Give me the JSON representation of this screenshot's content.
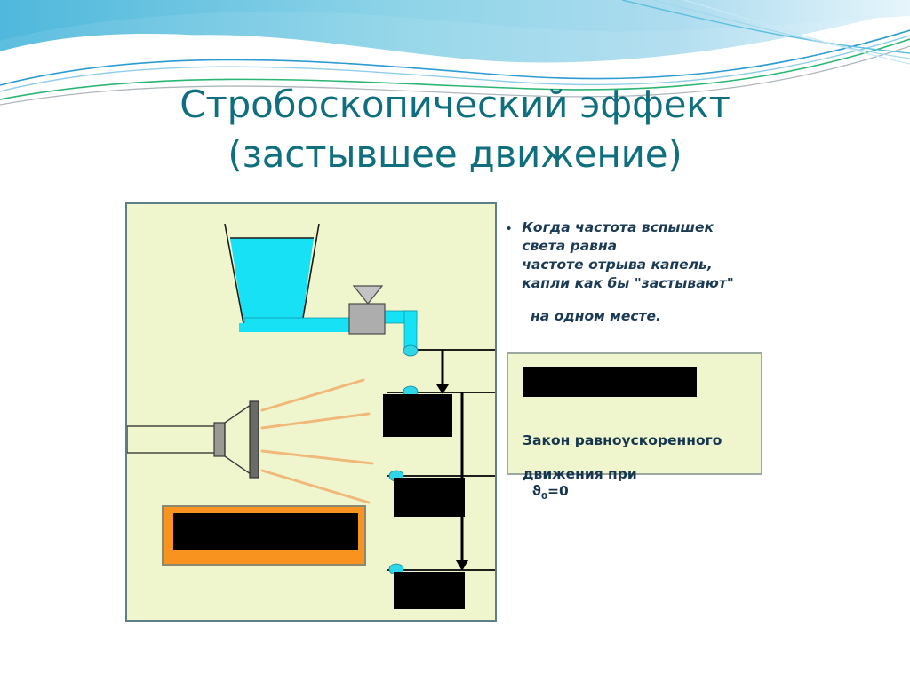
{
  "slide": {
    "title_line1": "Стробоскопический эффект",
    "title_line2": "(застывшее движение)",
    "title_color": "#0F6F7E",
    "background": "#ffffff"
  },
  "header": {
    "decoration_name": "wave-ribbon-decoration",
    "colors": [
      "#BEE3F0",
      "#6FC6DE",
      "#1C9AD6",
      "#2BB673",
      "#B0B7BC"
    ]
  },
  "diagram": {
    "panel_background": "#EFF6CE",
    "panel_border": "#5E7F86",
    "vessel": {
      "name": "water-vessel",
      "fill": "#17E2F5",
      "outline": "#1A1A1A"
    },
    "valve": {
      "name": "valve-block",
      "fill": "#ADADAD",
      "handle": "triangle-handle"
    },
    "pipe": {
      "name": "water-pipe",
      "fill": "#17E2F5"
    },
    "lamp": {
      "name": "stroboscope-lamp",
      "body_fill": "#EFF6CE",
      "face_fill": "#6B6B66",
      "ray_color": "#F0B97A",
      "ray_count": 4
    },
    "drops": {
      "name": "falling-water-drop",
      "fill": "#2FD6E8",
      "count": 4
    },
    "redaction_boxes": [
      {
        "name": "redacted-label-1",
        "fill": "#000000"
      },
      {
        "name": "redacted-label-2",
        "fill": "#000000"
      },
      {
        "name": "redacted-label-3",
        "fill": "#000000"
      }
    ],
    "highlight_box": {
      "name": "redacted-highlight-box",
      "border_fill": "#F7931E",
      "inner_fill": "#000000",
      "outline": "#8A8A72"
    },
    "arrows": {
      "name": "measurement-arrow",
      "color": "#000000",
      "count": 2
    },
    "reference_lines": {
      "name": "level-reference-line",
      "color": "#000000",
      "count": 4
    }
  },
  "notes": {
    "bullet_marker": "•",
    "bullet_text": "Когда частота вспышек\nсвета равна\nчастоте отрыва капель,\nкапли как бы \"застывают\"",
    "bullet_text_tail": "на одном месте.",
    "text_color": "#1B3A54"
  },
  "formula": {
    "redaction_label": "redacted-formula",
    "caption_line1": "Закон равноускоренного",
    "caption_line2_prefix": "движения  при",
    "caption_symbol": "ϑ",
    "caption_subscript": "0",
    "caption_suffix": "=0",
    "box_background": "#EFF6CE",
    "box_border": "#9AA8A0"
  }
}
